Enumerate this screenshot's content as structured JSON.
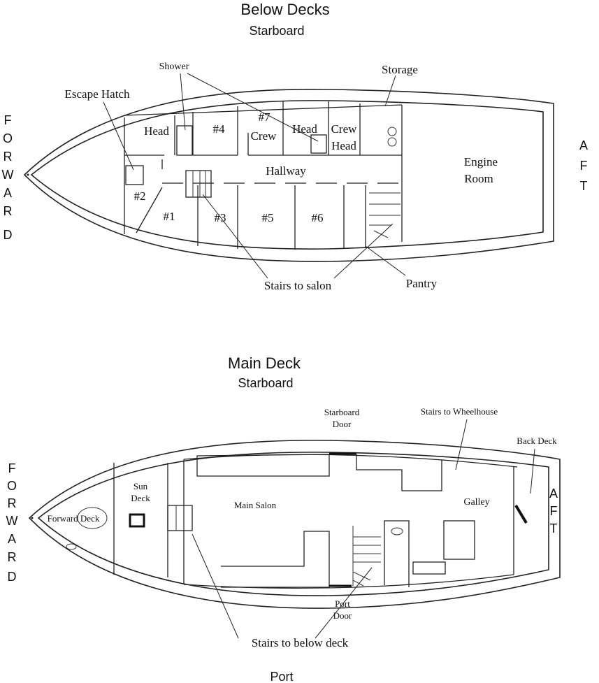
{
  "below": {
    "title": "Below Decks",
    "top_side": "Starboard",
    "forward": [
      "F",
      "O",
      "R",
      "W",
      "A",
      "R",
      "D"
    ],
    "aft": [
      "A",
      "F",
      "T"
    ],
    "labels": {
      "shower": "Shower",
      "escape_hatch": "Escape Hatch",
      "storage": "Storage",
      "head": "Head",
      "cabin4": "#4",
      "cabin7": "#7",
      "crew": "Crew",
      "head2": "Head",
      "crew_head_1": "Crew",
      "crew_head_2": "Head",
      "engine_1": "Engine",
      "engine_2": "Room",
      "hallway": "Hallway",
      "cabin2": "#2",
      "cabin1": "#1",
      "cabin3": "#3",
      "cabin5": "#5",
      "cabin6": "#6",
      "stairs_to_salon": "Stairs to salon",
      "pantry": "Pantry"
    }
  },
  "main": {
    "title": "Main Deck",
    "top_side": "Starboard",
    "bottom_side": "Port",
    "forward": [
      "F",
      "O",
      "R",
      "W",
      "A",
      "R",
      "D"
    ],
    "aft": [
      "A",
      "F",
      "T"
    ],
    "labels": {
      "starboard_door_1": "Starboard",
      "starboard_door_2": "Door",
      "stairs_to_wheelhouse": "Stairs to Wheelhouse",
      "back_deck": "Back Deck",
      "sun_deck_1": "Sun",
      "sun_deck_2": "Deck",
      "main_salon": "Main Salon",
      "galley": "Galley",
      "forward_deck": "Forward Deck",
      "port_door_1": "Port",
      "port_door_2": "Door",
      "stairs_to_below": "Stairs to below deck"
    }
  }
}
